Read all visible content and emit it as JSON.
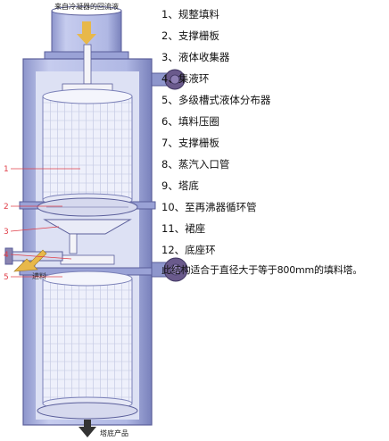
{
  "diagram": {
    "top_label": "来自冷凝器的回流液",
    "feed_label": "进料",
    "bottom_label": "塔底产品",
    "callouts": [
      "1",
      "2",
      "3",
      "4",
      "5"
    ]
  },
  "legend": {
    "items": [
      "1、规整填料",
      "2、支撑栅板",
      "3、液体收集器",
      "4、集液环",
      "5、多级槽式液体分布器",
      "6、填料压圈",
      "7、支撑栅板",
      "8、蒸汽入口管",
      "9、塔底",
      "10、至再沸器循环管",
      "11、裙座",
      "12、底座环"
    ],
    "note": "此结构适合于直径大于等于800mm的填料塔。"
  },
  "colors": {
    "column_fill": "#b4bce4",
    "column_stroke": "#5a5e9a",
    "packing": "#eef0fb",
    "packing_line": "#9aa0c8",
    "arrow_gold": "#e8b84a",
    "callout_red": "#e0404a",
    "nozzle": "#6a5a8c"
  }
}
